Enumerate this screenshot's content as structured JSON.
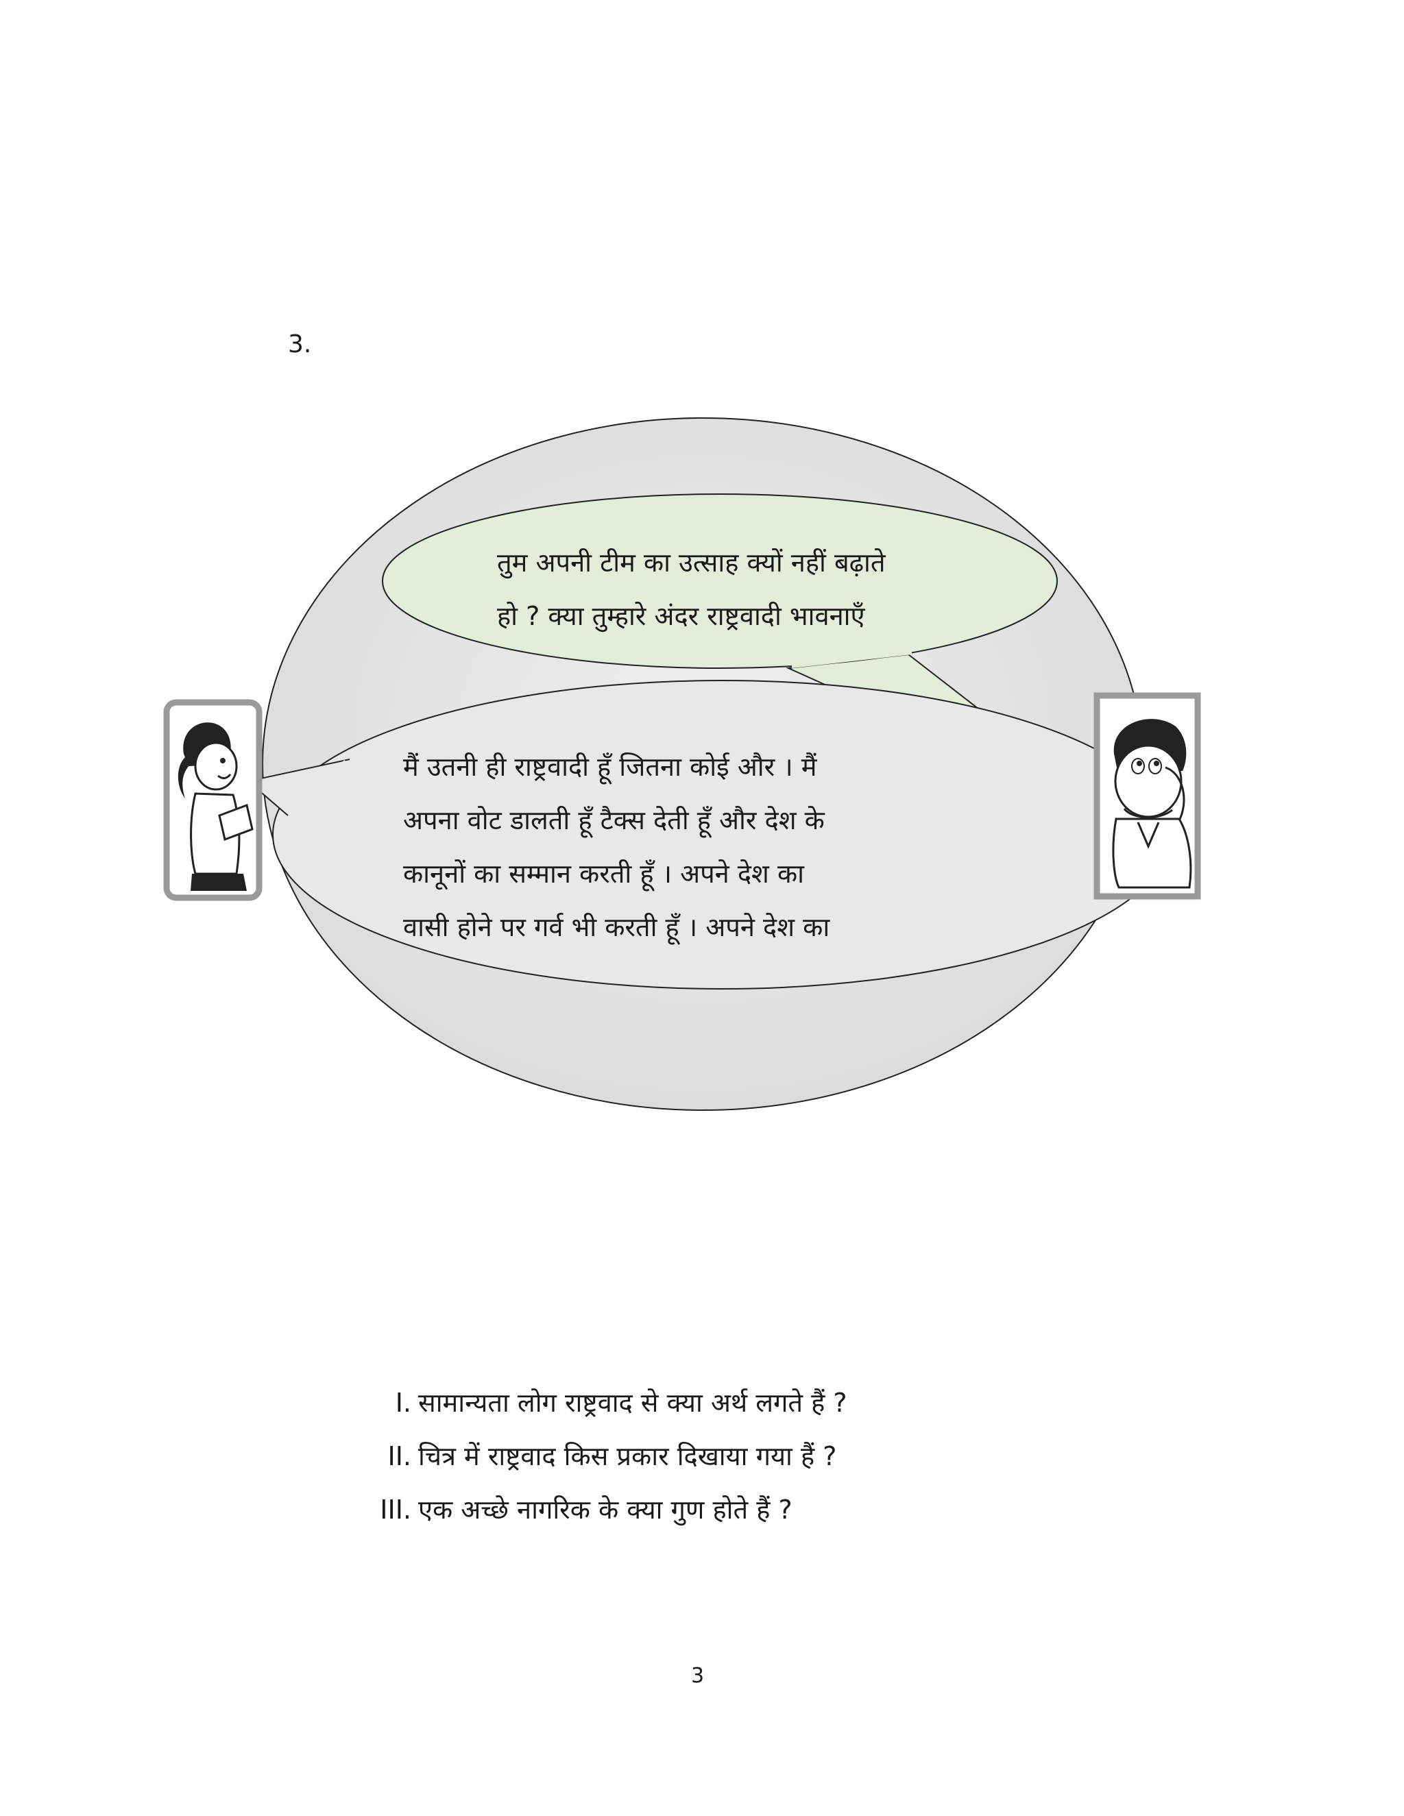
{
  "question_number": "3.",
  "bubbles": {
    "boy_speech": [
      "तुम अपनी टीम का उत्साह क्यों नहीं बढ़ाते",
      "हो ? क्या तुम्हारे अंदर  राष्ट्रवादी भावनाएँ"
    ],
    "girl_speech": [
      "मैं उतनी ही राष्ट्रवादी हूँ जितना कोई और । मैं",
      "अपना वोट डालती हूँ टैक्स देती हूँ और देश के",
      "कानूनों का सम्मान करती हूँ । अपने देश का",
      "वासी होने पर गर्व भी करती हूँ । अपने देश का"
    ]
  },
  "sub_questions": [
    {
      "num": "I.",
      "text": "सामान्यता लोग राष्ट्रवाद से क्या अर्थ लगते हैं ?"
    },
    {
      "num": "II.",
      "text": "चित्र में राष्ट्रवाद किस प्रकार दिखाया गया हैं  ?"
    },
    {
      "num": "III.",
      "text": "एक अच्छे नागरिक के क्या गुण होते हैं ?"
    }
  ],
  "page_number": "3",
  "colors": {
    "big_ellipse_fill": "#e6e6e6",
    "boy_bubble_fill": "#e4edd9",
    "girl_bubble_fill": "#e8e8e8",
    "frame_gray": "#9a9a9a"
  }
}
